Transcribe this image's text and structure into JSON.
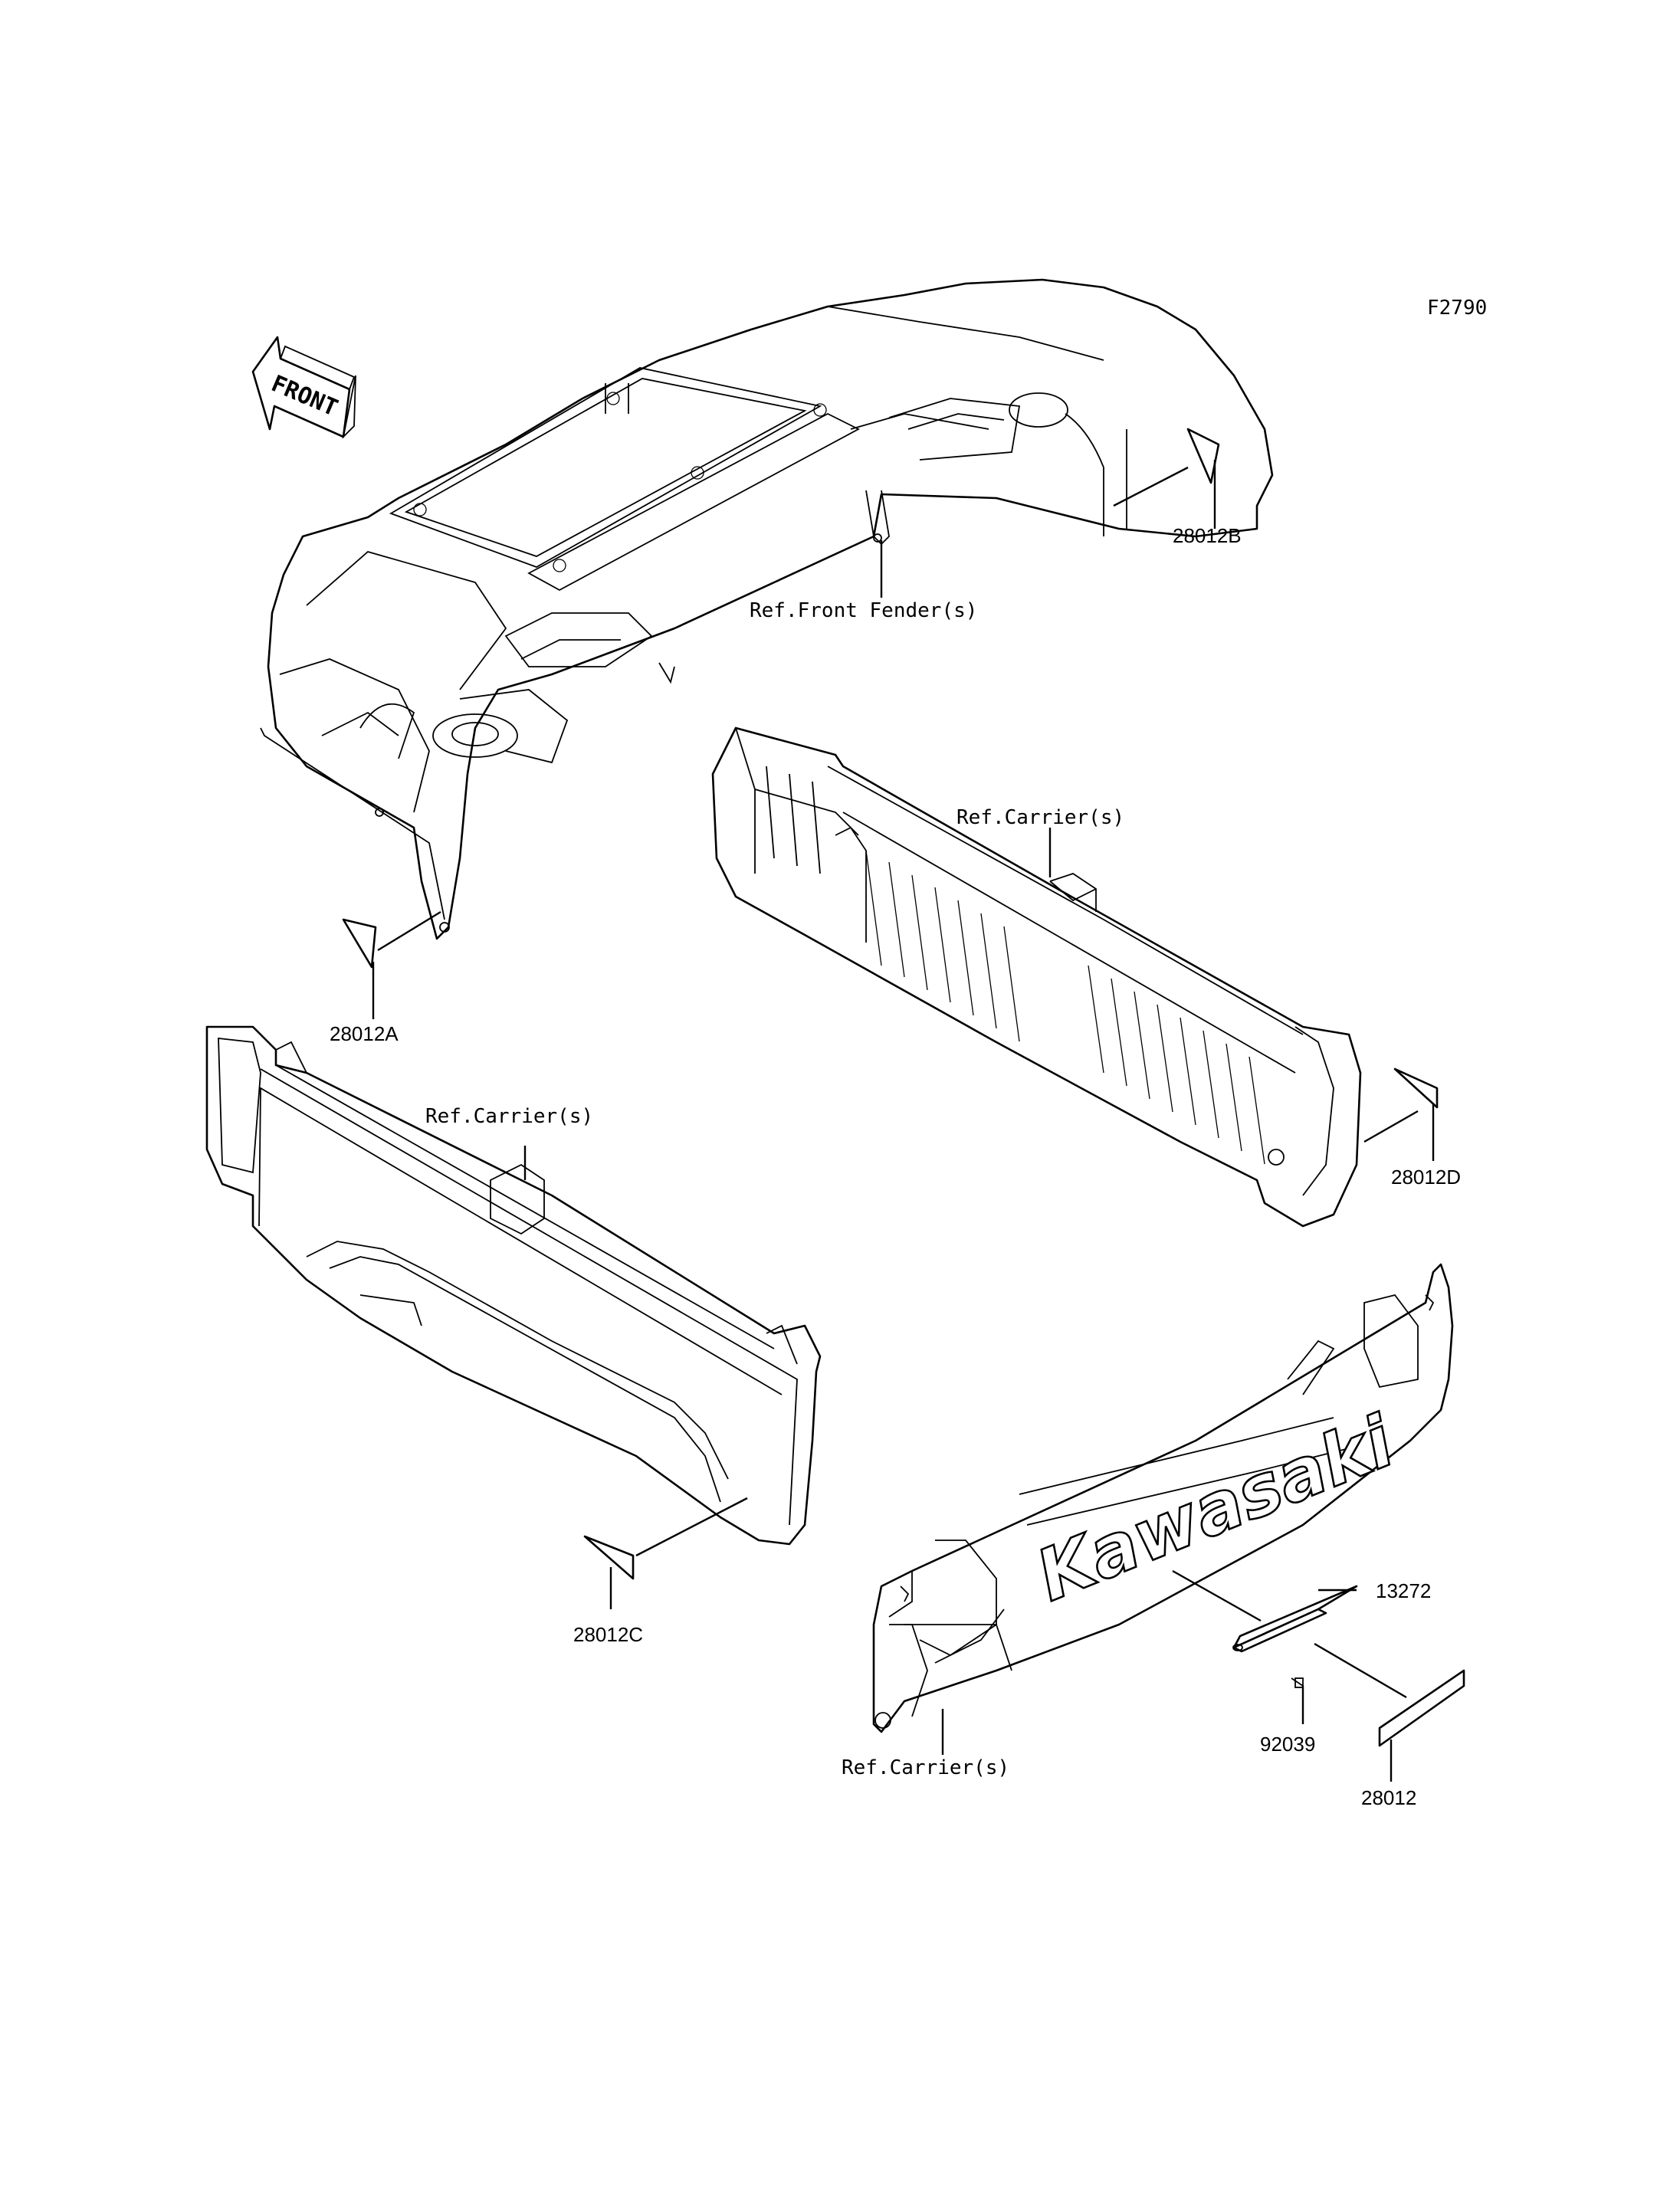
{
  "figure_code": "F2790",
  "direction_label": "FRONT",
  "brand_logo": "Kawasaki",
  "callouts": [
    {
      "id": "c-28012b",
      "label": "28012B"
    },
    {
      "id": "c-ref-front-fender",
      "label": "Ref.Front Fender(s)"
    },
    {
      "id": "c-ref-carrier-right",
      "label": "Ref.Carrier(s)"
    },
    {
      "id": "c-28012a",
      "label": "28012A"
    },
    {
      "id": "c-ref-carrier-left",
      "label": "Ref.Carrier(s)"
    },
    {
      "id": "c-28012d",
      "label": "28012D"
    },
    {
      "id": "c-28012c",
      "label": "28012C"
    },
    {
      "id": "c-13272",
      "label": "13272"
    },
    {
      "id": "c-92039",
      "label": "92039"
    },
    {
      "id": "c-28012",
      "label": "28012"
    },
    {
      "id": "c-ref-carrier-rear",
      "label": "Ref.Carrier(s)"
    }
  ]
}
